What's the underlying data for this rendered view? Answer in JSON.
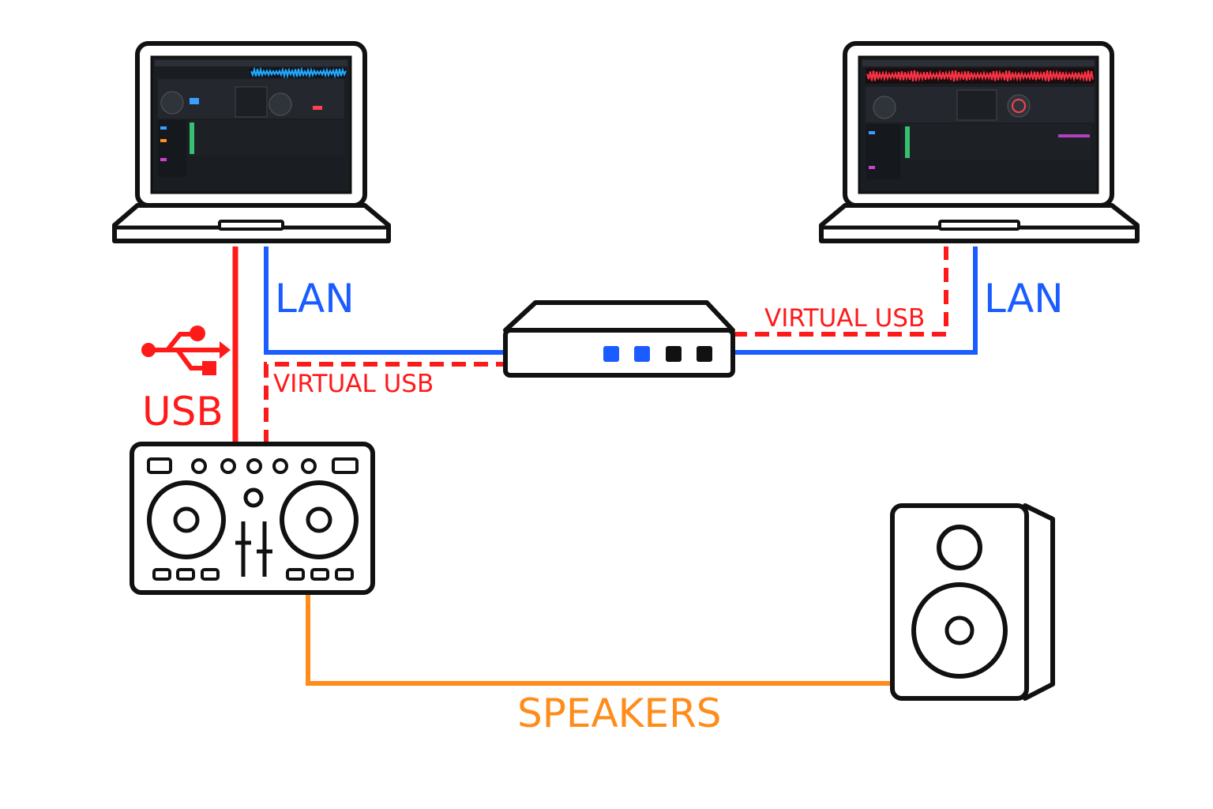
{
  "labels": {
    "lan_left": "LAN",
    "lan_right": "LAN",
    "usb": "USB",
    "virtual_usb_left": "VIRTUAL USB",
    "virtual_usb_right": "VIRTUAL USB",
    "speakers": "SPEAKERS"
  },
  "icons": {
    "laptop": "laptop-icon",
    "router": "router-icon",
    "controller": "dj-controller-icon",
    "usb": "usb-icon",
    "speaker": "speaker-icon"
  },
  "colors": {
    "usb": "#ff1a1a",
    "lan": "#1a5cff",
    "speakers": "#ff8c1a",
    "outline": "#111111",
    "deck_left_waveform": "#22aaff",
    "deck_right_waveform": "#ff3344"
  }
}
